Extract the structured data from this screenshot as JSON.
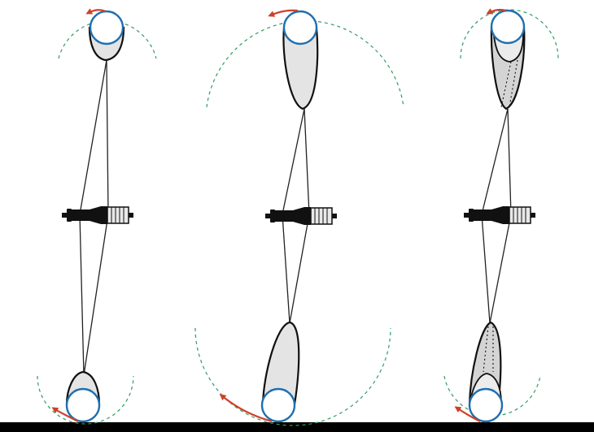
{
  "diagram": {
    "panels": [
      {
        "id": "left",
        "top_mark": "rotation-arrow-left",
        "bottom_mark": "rotation-arrow-left",
        "spokes": "crossed",
        "hidden_lines": false
      },
      {
        "id": "middle",
        "top_mark": "rotation-arrow-left",
        "bottom_mark": "rotation-arrow-left",
        "spokes": "crossed",
        "hidden_lines": false
      },
      {
        "id": "right",
        "top_mark": "rotation-arrow-left",
        "bottom_mark": "rotation-arrow-left",
        "spokes": "crossed",
        "hidden_lines": true
      }
    ],
    "colors": {
      "circle_stroke": "#1f6fb0",
      "arc_dashed": "#2e9c63",
      "rotation_arrow": "#d0402a",
      "wedge_fill": "#e4e4e4",
      "wedge_fill_dark": "#d4d4d4",
      "outline": "#111111",
      "ground": "#000000"
    },
    "icons": [
      "hub-icon",
      "rotation-arrow-icon",
      "wheel-circle-icon"
    ]
  }
}
